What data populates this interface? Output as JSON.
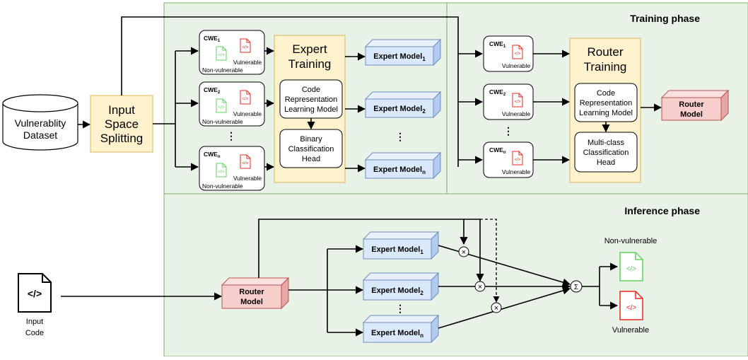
{
  "phases": {
    "training_title": "Training phase",
    "inference_title": "Inference phase"
  },
  "dataset": {
    "label_line1": "Vulnerablity",
    "label_line2": "Dataset"
  },
  "splitter": {
    "line1": "Input",
    "line2": "Space",
    "line3": "Splitting"
  },
  "cwe_groups": [
    {
      "label": "CWE",
      "sub": "1",
      "vulnerable": "Vulnerable",
      "non_vulnerable": "Non-vulnerable"
    },
    {
      "label": "CWE",
      "sub": "2",
      "vulnerable": "Vulnerable",
      "non_vulnerable": "Non-vulnerable"
    },
    {
      "label": "CWE",
      "sub": "n",
      "vulnerable": "Vulnerable",
      "non_vulnerable": "Non-vulnerable"
    }
  ],
  "expert_training": {
    "title_line1": "Expert",
    "title_line2": "Training",
    "repr_line1": "Code",
    "repr_line2": "Representation",
    "repr_line3": "Learning Model",
    "head_line1": "Binary",
    "head_line2": "Classification",
    "head_line3": "Head"
  },
  "expert_models": [
    {
      "label": "Expert Model",
      "sub": "1"
    },
    {
      "label": "Expert Model",
      "sub": "2"
    },
    {
      "label": "Expert Model",
      "sub": "n"
    }
  ],
  "router_cwe_groups": [
    {
      "label": "CWE",
      "sub": "1",
      "vulnerable": "Vulnerable"
    },
    {
      "label": "CWE",
      "sub": "2",
      "vulnerable": "Vulnerable"
    },
    {
      "label": "CWE",
      "sub": "n",
      "vulnerable": "Vulnerable"
    }
  ],
  "router_training": {
    "title_line1": "Router",
    "title_line2": "Training",
    "repr_line1": "Code",
    "repr_line2": "Representation",
    "repr_line3": "Learning Model",
    "head_line1": "Multi-class",
    "head_line2": "Classification",
    "head_line3": "Head"
  },
  "router_model": {
    "line1": "Router",
    "line2": "Model"
  },
  "inference": {
    "input_line1": "Input",
    "input_line2": "Code",
    "router_line1": "Router",
    "router_line2": "Model",
    "experts": [
      {
        "label": "Expert Model",
        "sub": "1"
      },
      {
        "label": "Expert Model",
        "sub": "2"
      },
      {
        "label": "Expert Model",
        "sub": "n"
      }
    ],
    "multiply_symbol": "×",
    "sum_symbol": "Σ",
    "output_non_vulnerable": "Non-vulnerable",
    "output_vulnerable": "Vulnerable"
  },
  "ellipsis": "⋮",
  "code_glyph": "</>",
  "colors": {
    "phase_fill": "#d5e8d4",
    "yellow_fill": "#fff2cc",
    "blue_fill": "#dae8fc",
    "red_fill": "#f8cecc",
    "vulnerable_red": "#e8291e",
    "non_vulnerable_green": "#5fd15f"
  },
  "icons": [
    "database-icon",
    "code-file-icon",
    "multiply-icon",
    "sum-icon"
  ]
}
